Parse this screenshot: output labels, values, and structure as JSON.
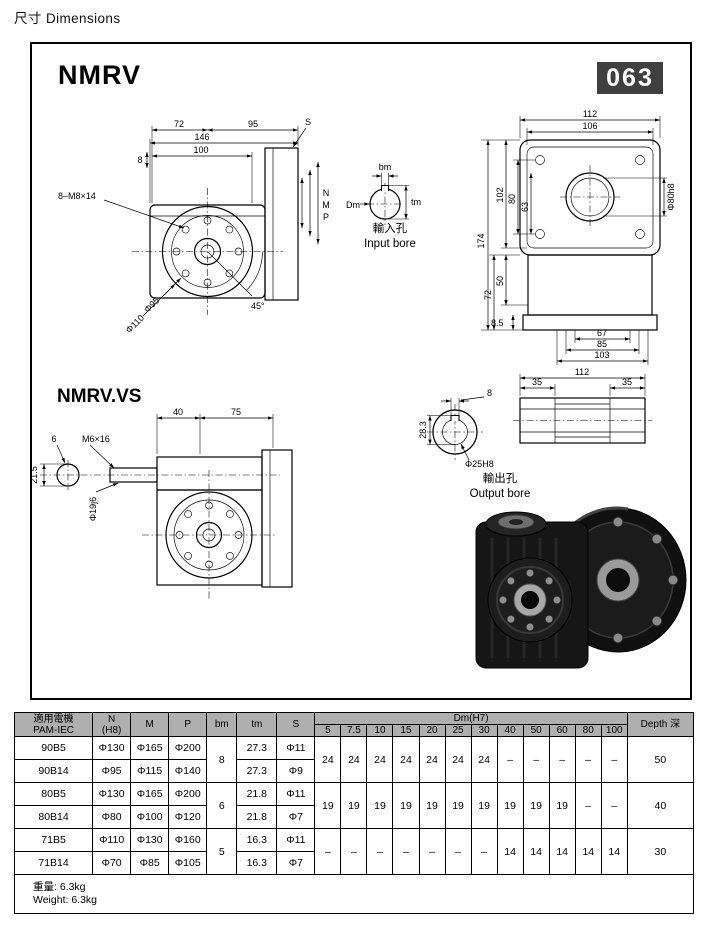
{
  "page": {
    "header_title": "尺寸 Dimensions",
    "badge": "063"
  },
  "sections": {
    "nmrv_title": "NMRV",
    "vs_title": "NMRV.VS"
  },
  "front_view": {
    "dim_72": "72",
    "dim_95": "95",
    "dim_146": "146",
    "dim_100": "100",
    "dim_S": "S",
    "dim_8": "8",
    "bolt_note": "8–M8×14",
    "phi_95": "Φ95",
    "phi_110": "Φ110",
    "angle_45": "45°",
    "flange_N": "N",
    "flange_M": "M",
    "flange_P": "P"
  },
  "input_bore": {
    "dim_bm": "bm",
    "dim_tm": "tm",
    "dim_Dm": "Dm",
    "caption_cn": "輸入孔",
    "caption_en": "Input bore"
  },
  "side_view": {
    "dim_112": "112",
    "dim_106": "106",
    "dim_174": "174",
    "dim_102": "102",
    "dim_80": "80",
    "dim_63": "63",
    "dim_50": "50",
    "dim_72": "72",
    "dim_8_5": "8.5",
    "dim_67": "67",
    "dim_85": "85",
    "dim_103": "103",
    "phi_80h8": "Φ80h8"
  },
  "vs_view": {
    "dim_40": "40",
    "dim_75": "75",
    "dim_6": "6",
    "thread_note": "M6×16",
    "dim_21_5": "21.5",
    "phi_19j6": "Φ19j6"
  },
  "output_bore": {
    "dim_8": "8",
    "dim_28_3": "28.3",
    "phi_25H8": "Φ25H8",
    "dim_112": "112",
    "dim_35_left": "35",
    "dim_35_right": "35",
    "caption_cn": "輸出孔",
    "caption_en": "Output bore"
  },
  "table": {
    "header": {
      "pam_line1": "適用電機",
      "pam_line2": "PAM-IEC",
      "n_line1": "N",
      "n_line2": "(H8)",
      "m": "M",
      "p": "P",
      "bm": "bm",
      "tm": "tm",
      "s": "S",
      "dm": "Dm(H7)",
      "dm_cols": [
        "5",
        "7.5",
        "10",
        "15",
        "20",
        "25",
        "30",
        "40",
        "50",
        "60",
        "80",
        "100"
      ],
      "depth": "Depth 深"
    },
    "rows": [
      {
        "model": "90B5",
        "n": "Φ130",
        "m": "Φ165",
        "p": "Φ200",
        "tm": "27.3",
        "s": "Φ11"
      },
      {
        "model": "90B14",
        "n": "Φ95",
        "m": "Φ115",
        "p": "Φ140",
        "tm": "27.3",
        "s": "Φ9"
      },
      {
        "model": "80B5",
        "n": "Φ130",
        "m": "Φ165",
        "p": "Φ200",
        "tm": "21.8",
        "s": "Φ11"
      },
      {
        "model": "80B14",
        "n": "Φ80",
        "m": "Φ100",
        "p": "Φ120",
        "tm": "21.8",
        "s": "Φ7"
      },
      {
        "model": "71B5",
        "n": "Φ110",
        "m": "Φ130",
        "p": "Φ160",
        "tm": "16.3",
        "s": "Φ11"
      },
      {
        "model": "71B14",
        "n": "Φ70",
        "m": "Φ85",
        "p": "Φ105",
        "tm": "16.3",
        "s": "Φ7"
      }
    ],
    "groups": [
      {
        "bm": "8",
        "dm": [
          "24",
          "24",
          "24",
          "24",
          "24",
          "24",
          "24",
          "–",
          "–",
          "–",
          "–",
          "–"
        ],
        "depth": "50"
      },
      {
        "bm": "6",
        "dm": [
          "19",
          "19",
          "19",
          "19",
          "19",
          "19",
          "19",
          "19",
          "19",
          "19",
          "–",
          "–"
        ],
        "depth": "40"
      },
      {
        "bm": "5",
        "dm": [
          "–",
          "–",
          "–",
          "–",
          "–",
          "–",
          "–",
          "14",
          "14",
          "14",
          "14",
          "14"
        ],
        "depth": "30"
      }
    ]
  },
  "footer": {
    "weight_cn": "重量: 6.3kg",
    "weight_en": "Weight: 6.3kg"
  }
}
